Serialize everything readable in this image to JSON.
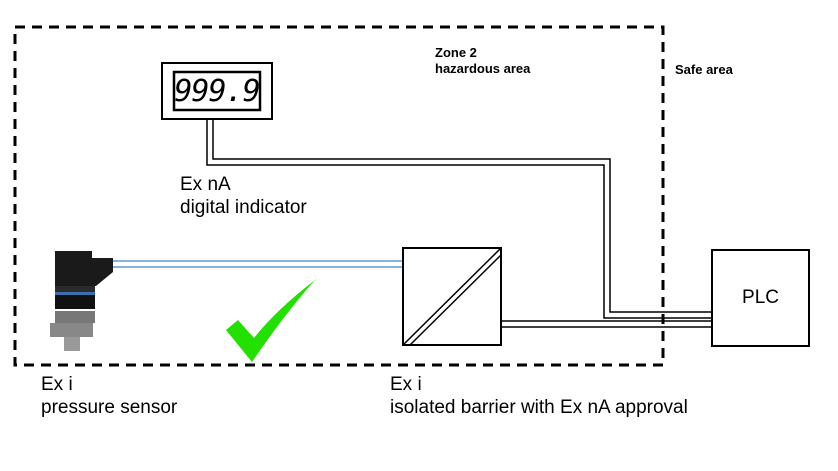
{
  "zone": {
    "line1": "Zone 2",
    "line2": "hazardous area"
  },
  "safe_area": {
    "label": "Safe area"
  },
  "indicator": {
    "display": "999.9",
    "line1": "Ex nA",
    "line2": "digital indicator"
  },
  "sensor": {
    "line1": "Ex i",
    "line2": "pressure sensor"
  },
  "barrier": {
    "line1": "Ex i",
    "line2": "isolated barrier with Ex nA approval"
  },
  "plc": {
    "label": "PLC"
  },
  "colors": {
    "check": "#22e000",
    "sensor_cable": "#5a9bd4",
    "sensor_body": "#1a1a1a",
    "sensor_port": "#888888"
  }
}
